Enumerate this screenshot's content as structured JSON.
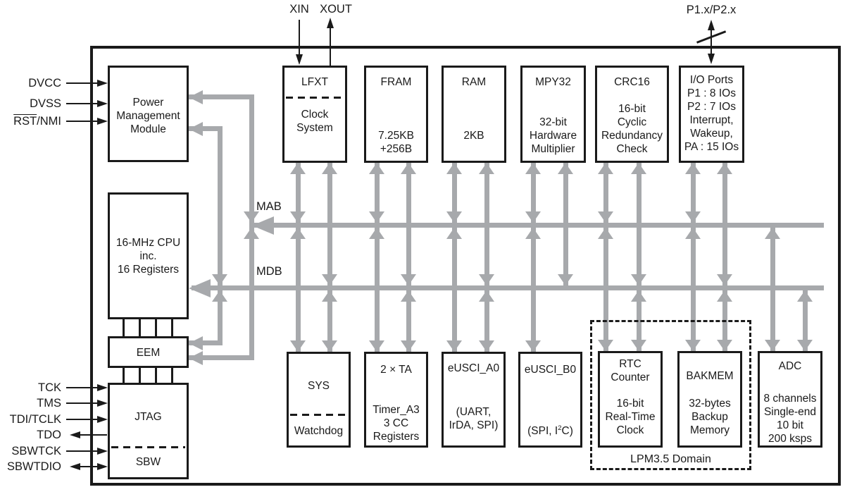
{
  "colors": {
    "line_black": "#1a1a1a",
    "bus_gray": "#a7a9ac"
  },
  "pins": {
    "xin": "XIN",
    "xout": "XOUT",
    "p1p2": "P1.x/P2.x",
    "dvcc": "DVCC",
    "dvss": "DVSS",
    "rst": {
      "overline": "RST",
      "rest": "/NMI"
    },
    "tck": "TCK",
    "tms": "TMS",
    "tdi": "TDI/TCLK",
    "tdo": "TDO",
    "sbwtck": "SBWTCK",
    "sbwtdio": "SBWTDIO"
  },
  "buses": {
    "mab": "MAB",
    "mdb": "MDB"
  },
  "lpm_domain": "LPM3.5 Domain",
  "blocks": {
    "pmm": {
      "lines": [
        "Power",
        "Management",
        "Module"
      ]
    },
    "cpu": {
      "lines": [
        "16-MHz CPU",
        "inc.",
        "16 Registers"
      ]
    },
    "eem": {
      "label": "EEM"
    },
    "jtag": {
      "label": "JTAG",
      "sub": "SBW"
    },
    "lfxt": {
      "label": "LFXT",
      "body": [
        "Clock",
        "System"
      ]
    },
    "fram": {
      "label": "FRAM",
      "body": [
        "7.25KB",
        "+256B"
      ]
    },
    "ram": {
      "label": "RAM",
      "body": [
        "2KB"
      ]
    },
    "mpy32": {
      "label": "MPY32",
      "body": [
        "32-bit",
        "Hardware",
        "Multiplier"
      ]
    },
    "crc16": {
      "label": "CRC16",
      "body": [
        "16-bit",
        "Cyclic",
        "Redundancy",
        "Check"
      ]
    },
    "io": {
      "lines": [
        "I/O Ports",
        "P1 : 8 IOs",
        "P2 : 7 IOs",
        "Interrupt,",
        "Wakeup,",
        "PA : 15 IOs"
      ]
    },
    "sys": {
      "label": "SYS",
      "sub": "Watchdog"
    },
    "ta": {
      "label": "2 × TA",
      "body": [
        "Timer_A3",
        "3 CC",
        "Registers"
      ]
    },
    "eusciA0": {
      "label": "eUSCI_A0",
      "body": [
        "(UART,",
        "IrDA, SPI)"
      ]
    },
    "eusciB0": {
      "label": "eUSCI_B0",
      "body_pre": "(SPI, I",
      "body_sup": "2",
      "body_post": "C)"
    },
    "rtc": {
      "lines": [
        "RTC",
        "Counter"
      ],
      "body": [
        "16-bit",
        "Real-Time",
        "Clock"
      ]
    },
    "bakmem": {
      "label": "BAKMEM",
      "body": [
        "32-bytes",
        "Backup",
        "Memory"
      ]
    },
    "adc": {
      "label": "ADC",
      "body": [
        "8 channels",
        "Single-end",
        "10 bit",
        "200 ksps"
      ]
    }
  }
}
